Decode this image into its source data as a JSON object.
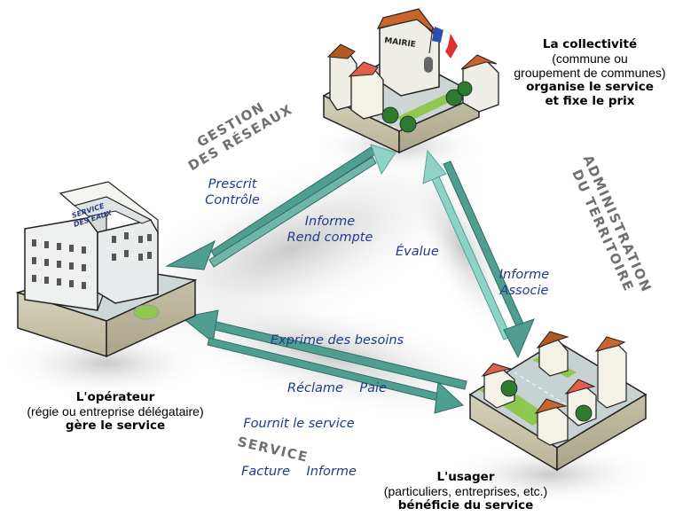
{
  "nodes": {
    "collectivite": {
      "title": "La collectivité",
      "detail_1": "(commune ou",
      "detail_2": "groupement de communes)",
      "role_1": "organise le service",
      "role_2": "et fixe le prix",
      "building_sign": "MAIRIE"
    },
    "operateur": {
      "title": "L'opérateur",
      "detail": "(régie ou entreprise délégataire)",
      "role": "gère le service",
      "building_sign_1": "SERVICE",
      "building_sign_2": "DES EAUX"
    },
    "usager": {
      "title": "L'usager",
      "detail": "(particuliers, entreprises, etc.)",
      "role": "bénéficie du service"
    }
  },
  "zones": {
    "gestion_1": "GESTION",
    "gestion_2": "DES RÉSEAUX",
    "administration_1": "ADMINISTRATION",
    "administration_2": "DU TERRITOIRE",
    "service": "SERVICE"
  },
  "flows": {
    "collectivite_to_operateur": {
      "line_1": "Prescrit",
      "line_2": "Contrôle"
    },
    "operateur_to_collectivite": {
      "line_1": "Informe",
      "line_2": "Rend compte"
    },
    "usager_to_collectivite": {
      "line_1": "Évalue"
    },
    "collectivite_to_usager": {
      "line_1": "Informe",
      "line_2": "Associe"
    },
    "usager_to_operateur": {
      "line_1": "Exprime des besoins",
      "line_2": "Réclame    Paie"
    },
    "operateur_to_usager": {
      "line_1": "Fournit le service",
      "line_2": "Facture    Informe"
    }
  },
  "colors": {
    "arrow": "#4f9e90",
    "arrow_light": "#8fd2c6",
    "flow_text": "#1f3c8c",
    "zone_text": "#707070",
    "roof": "#c8642c",
    "roof_red": "#e0604c",
    "grass": "#8fc850",
    "tree": "#2e7a2e",
    "base": "#c8c4ac"
  }
}
